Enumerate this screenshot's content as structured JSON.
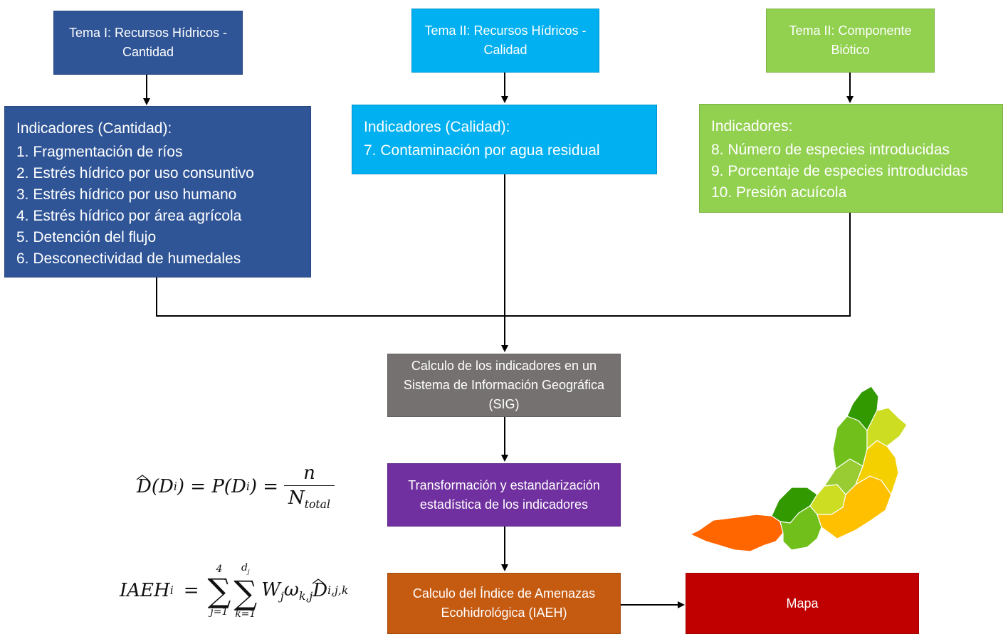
{
  "themes": [
    {
      "label": "Tema I: Recursos Hídricos -Cantidad",
      "color": "#2f5597"
    },
    {
      "label": "Tema II: Recursos Hídricos - Calidad",
      "color": "#00b0f0"
    },
    {
      "label": "Tema II: Componente Biótico",
      "color": "#92d050"
    }
  ],
  "indicators": {
    "cantidad": {
      "title": "Indicadores (Cantidad):",
      "items": [
        "1. Fragmentación de ríos",
        "2. Estrés hídrico por uso consuntivo",
        "3. Estrés hídrico por uso humano",
        "4. Estrés hídrico por área agrícola",
        "5. Detención del flujo",
        "6. Desconectividad de humedales"
      ]
    },
    "calidad": {
      "title": "Indicadores (Calidad):",
      "items": [
        "7. Contaminación por agua residual"
      ]
    },
    "biotico": {
      "title": "Indicadores:",
      "items": [
        "8. Número de especies introducidas",
        "9. Porcentaje de especies introducidas",
        "10. Presión acuícola"
      ]
    }
  },
  "steps": {
    "sig": {
      "label": "Calculo de los indicadores en un Sistema de Información Geográfica (SIG)",
      "color": "#767171"
    },
    "transform": {
      "label": "Transformación y estandarización estadística de los indicadores",
      "color": "#7030a0"
    },
    "iaeh": {
      "label": "Calculo del Índice de Amenazas Ecohidrológica (IAEH)",
      "color": "#c55a11"
    },
    "mapa": {
      "label": "Mapa",
      "color": "#c00000"
    }
  },
  "formulas": {
    "f1": {
      "lhs": "D",
      "lhs_arg": "(D",
      "lhs_sub": "i",
      "eq1": ") = P(D",
      "eq1_sub": "i",
      "eq2": ") =",
      "num": "n",
      "den": "N",
      "den_sub": "total"
    },
    "f2": {
      "lhs": "IAEH",
      "lhs_sub": "i",
      "eq": "=",
      "sum1_top": "4",
      "sum1_bottom": "j=1",
      "sum2_top": "d",
      "sum2_top_sub": "j",
      "sum2_bottom": "k=1",
      "term_w": "W",
      "term_w_sub": "j",
      "term_omega": "ω",
      "term_omega_sub": "k,j",
      "term_d": "D",
      "term_d_sub": "i,j,k"
    }
  },
  "map_colors": [
    "#ff6600",
    "#ff8c1a",
    "#339900",
    "#70bf1a",
    "#99cc33",
    "#ccdd22",
    "#ffc000",
    "#f5d000"
  ]
}
